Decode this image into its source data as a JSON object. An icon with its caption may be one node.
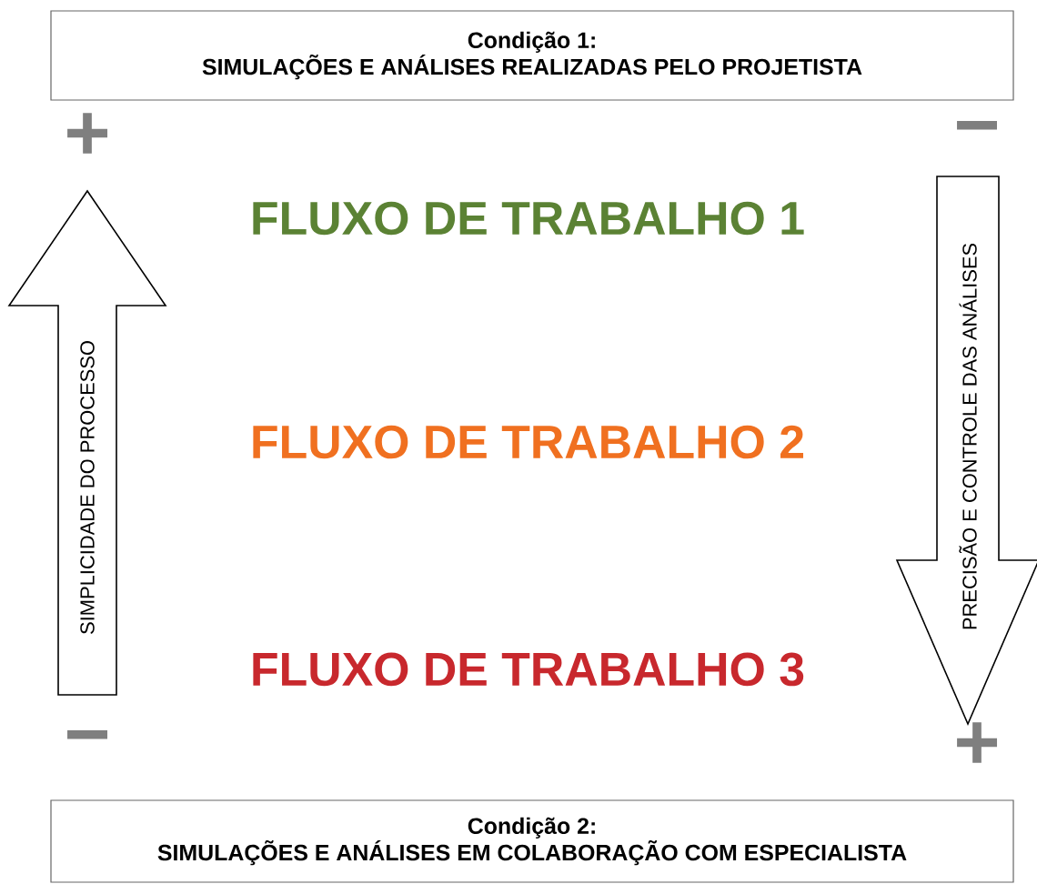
{
  "diagram": {
    "nodes": [
      {
        "text": [
          "Condição 1:",
          "SIMULAÇÕES E ANÁLISES REALIZADAS PELO PROJETISTA"
        ]
      },
      {
        "text": [
          "Condição 2:",
          "SIMULAÇÕES E ANÁLISES EM COLABORAÇÃO COM ESPECIALISTA"
        ]
      },
      {
        "text": [
          "SIMPLICIDADE DO PROCESSO"
        ]
      },
      {
        "text": [
          "PRECISÃO E CONTROLE DAS ANÁLISES"
        ]
      }
    ],
    "edges": [],
    "labels": [
      "+",
      "−",
      "FLUXO DE TRABALHO 1",
      "FLUXO DE TRABALHO 2",
      "FLUXO DE TRABALHO 3",
      "−",
      "+"
    ]
  }
}
